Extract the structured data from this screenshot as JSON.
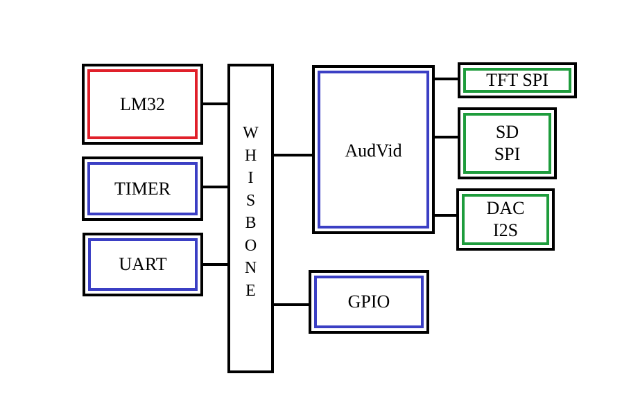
{
  "bus": {
    "label_letters": [
      "W",
      "H",
      "I",
      "S",
      "B",
      "O",
      "N",
      "E"
    ]
  },
  "blocks": {
    "lm32": "LM32",
    "timer": "TIMER",
    "uart": "UART",
    "audvid": "AudVid",
    "gpio": "GPIO",
    "tft_spi": "TFT SPI",
    "sd_spi": [
      "SD",
      "SPI"
    ],
    "dac_i2s": [
      "DAC",
      "I2S"
    ]
  },
  "colors": {
    "cpu": "#e0202a",
    "bus_peripheral": "#3b3fc4",
    "external_device": "#1e9c3c",
    "connector": "#000000"
  }
}
